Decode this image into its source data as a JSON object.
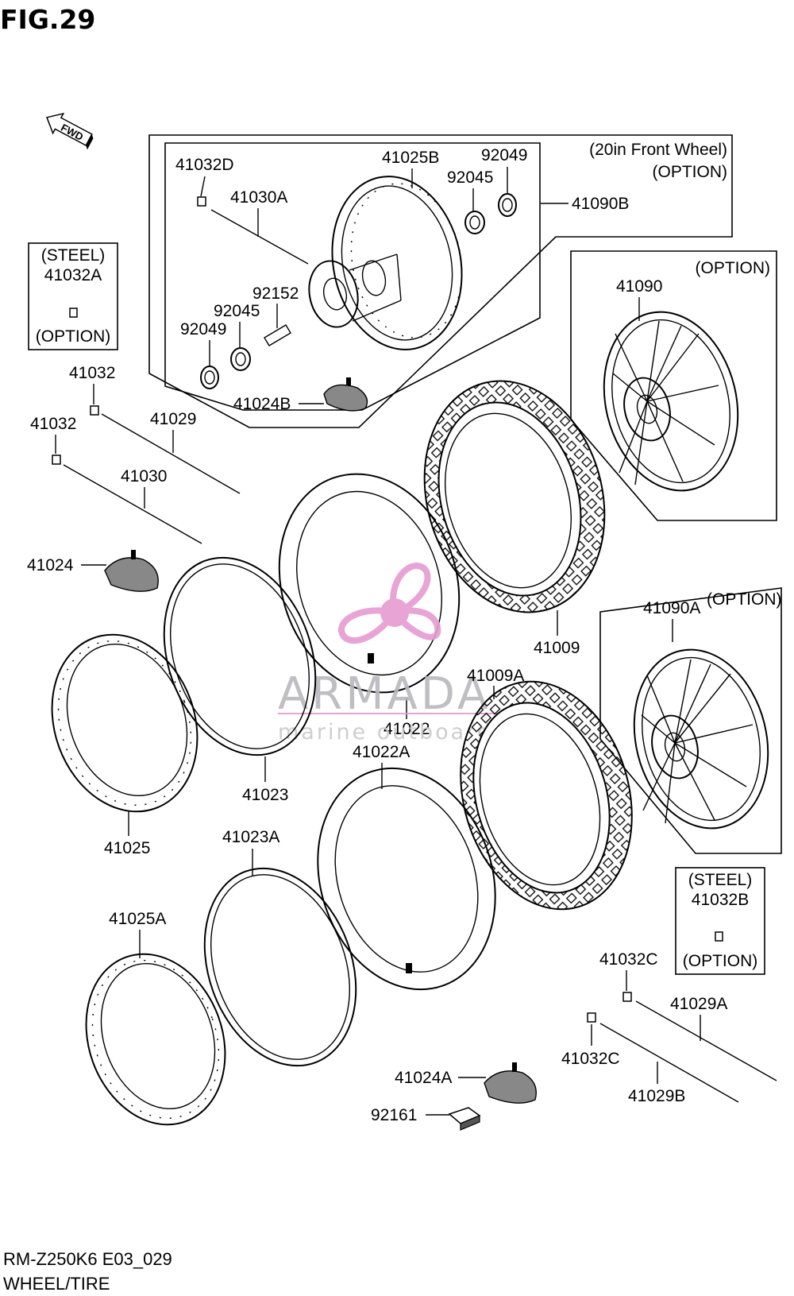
{
  "figure": {
    "title": "FIG.29",
    "fwd_label": "FWD"
  },
  "footer": {
    "model_code": "RM-Z250K6 E03_029",
    "section": "WHEEL/TIRE"
  },
  "watermark": {
    "brand": "ARMADA",
    "tagline": "marine outboards"
  },
  "colors": {
    "watermark_pink": "#e59bd0",
    "watermark_gray": "#b9b9bd"
  },
  "groups": {
    "front_20in": {
      "caption_line1": "(20in Front Wheel)",
      "caption_line2": "(OPTION)"
    },
    "option_41090": {
      "caption": "(OPTION)"
    },
    "option_41090A": {
      "caption": "(OPTION)"
    },
    "steel_41032A": {
      "line1": "(STEEL)",
      "line2": "41032A",
      "line3": "(OPTION)"
    },
    "steel_41032B": {
      "line1": "(STEEL)",
      "line2": "41032B",
      "line3": "(OPTION)"
    }
  },
  "callouts": {
    "p41032D": "41032D",
    "p41030A": "41030A",
    "p41025B": "41025B",
    "p92049_top": "92049",
    "p92045_top": "92045",
    "p41090B": "41090B",
    "p92152": "92152",
    "p92045_bot": "92045",
    "p92049_bot": "92049",
    "p41024B": "41024B",
    "p41090": "41090",
    "p41032_a": "41032",
    "p41032_b": "41032",
    "p41029": "41029",
    "p41030": "41030",
    "p41024": "41024",
    "p41009": "41009",
    "p41009A": "41009A",
    "p41022": "41022",
    "p41022A": "41022A",
    "p41090A": "41090A",
    "p41023": "41023",
    "p41025": "41025",
    "p41023A": "41023A",
    "p41025A": "41025A",
    "p41032C_a": "41032C",
    "p41032C_b": "41032C",
    "p41029A": "41029A",
    "p41029B": "41029B",
    "p41024A": "41024A",
    "p92161": "92161"
  }
}
